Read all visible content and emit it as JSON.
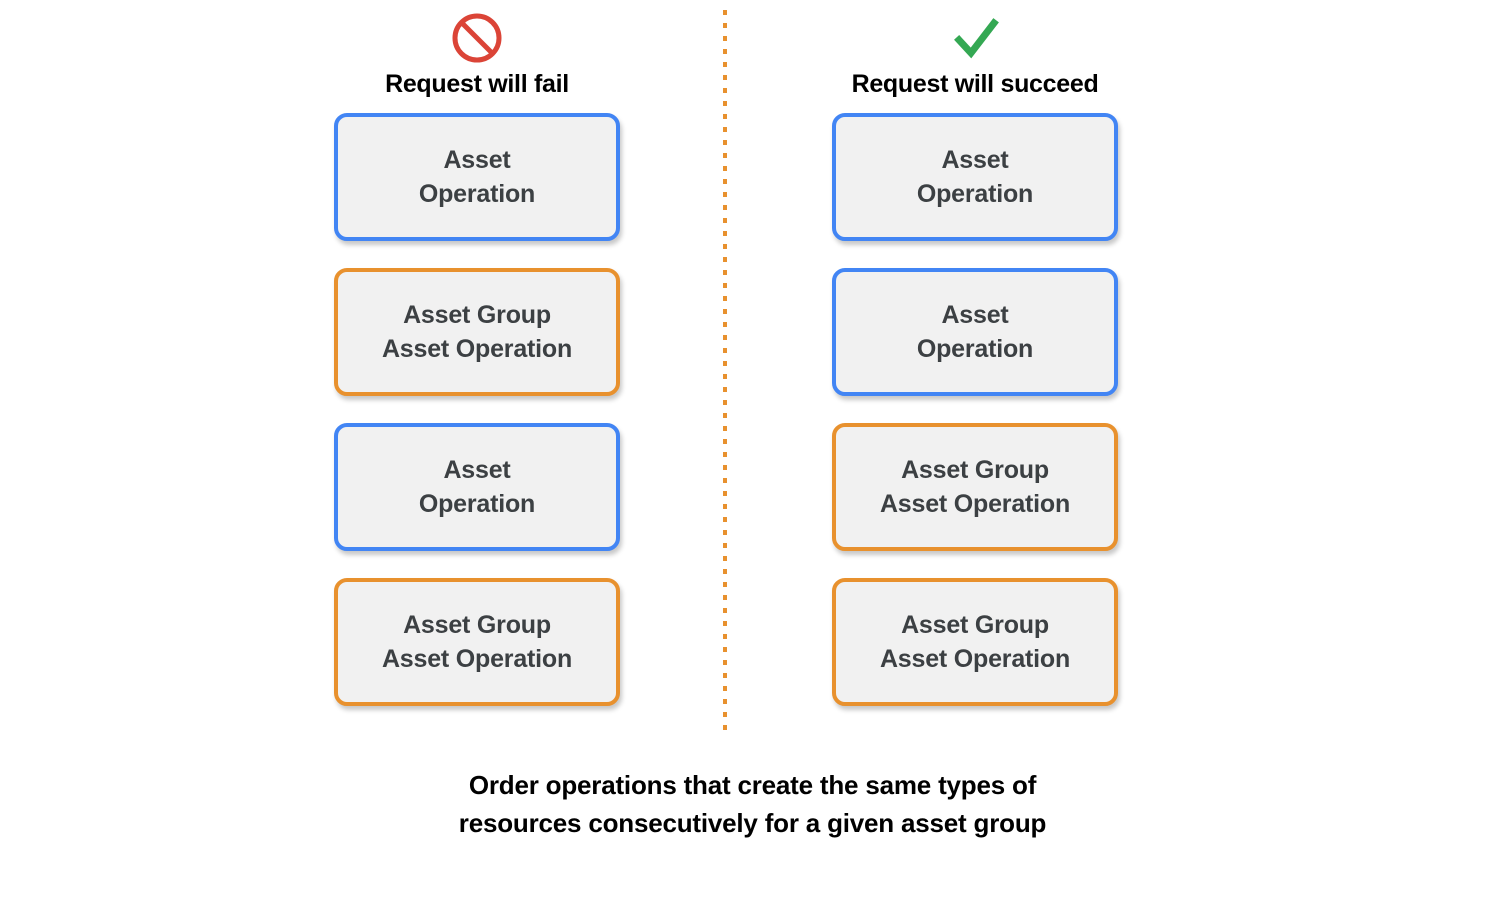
{
  "colors": {
    "blue": "#4285F4",
    "orange": "#E8912E",
    "red": "#DB4437",
    "green": "#34A853",
    "card_fill": "#F1F1F1",
    "card_text": "#3C4043",
    "background": "#FFFFFF"
  },
  "columns": [
    {
      "id": "fail",
      "icon": "prohibition-icon",
      "title": "Request will fail",
      "cards": [
        {
          "label": "Asset\nOperation",
          "border": "blue"
        },
        {
          "label": "Asset Group\nAsset Operation",
          "border": "orange"
        },
        {
          "label": "Asset\nOperation",
          "border": "blue"
        },
        {
          "label": "Asset Group\nAsset Operation",
          "border": "orange"
        }
      ]
    },
    {
      "id": "succeed",
      "icon": "checkmark-icon",
      "title": "Request will succeed",
      "cards": [
        {
          "label": "Asset\nOperation",
          "border": "blue"
        },
        {
          "label": "Asset\nOperation",
          "border": "blue"
        },
        {
          "label": "Asset Group\nAsset Operation",
          "border": "orange"
        },
        {
          "label": "Asset Group\nAsset Operation",
          "border": "orange"
        }
      ]
    }
  ],
  "divider": {
    "style": "dotted-vertical",
    "color": "#E8912E"
  },
  "caption": "Order operations that create the same types of\nresources consecutively for a given asset group"
}
